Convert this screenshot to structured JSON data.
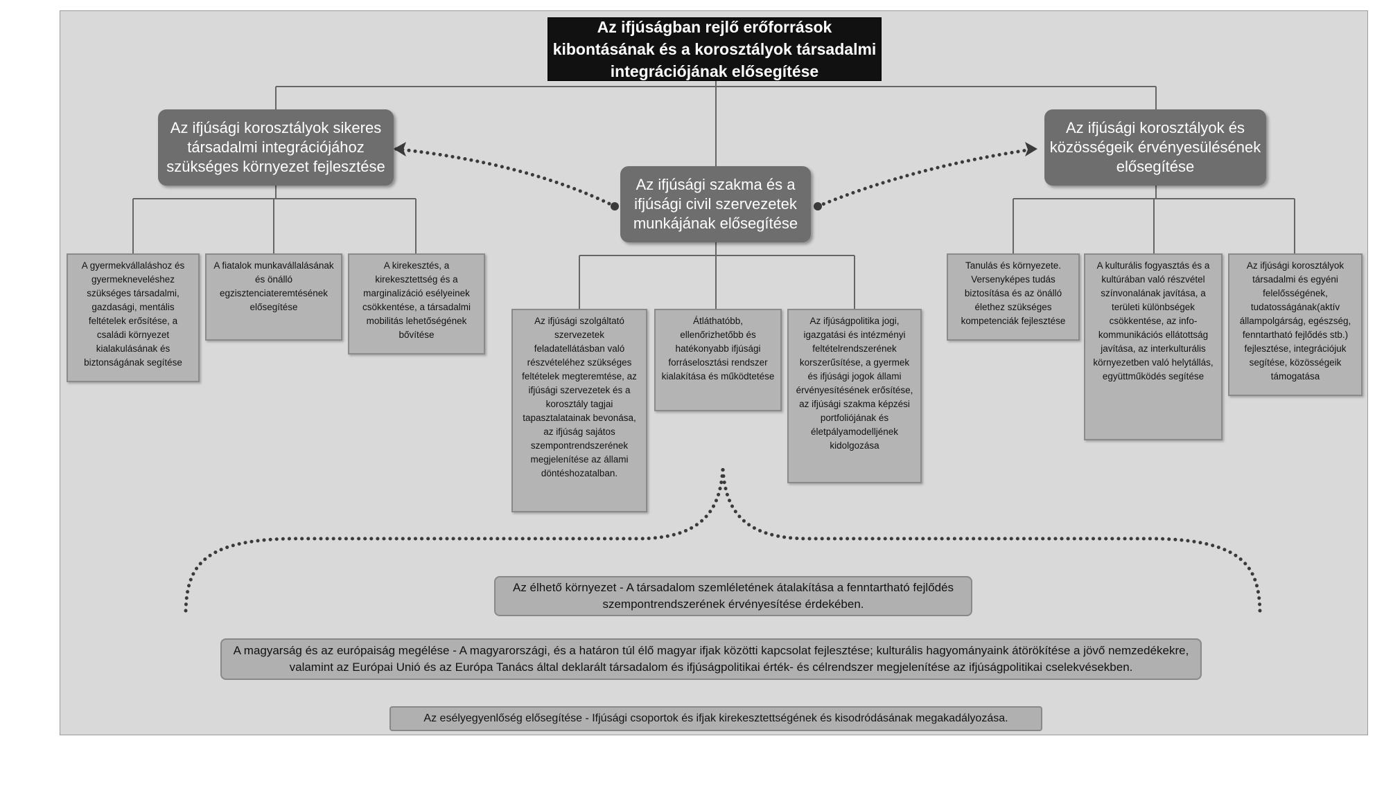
{
  "root": {
    "title": "Az ifjúságban rejlő erőforrások kibontásának és a korosztályok társadalmi integrációjának elősegítése"
  },
  "goals": [
    {
      "title": "Az ifjúsági korosztályok sikeres társadalmi integrációjához szükséges környezet fejlesztése",
      "subgoals": [
        "A gyermekvállaláshoz és gyermekneveléshez szükséges társadalmi, gazdasági, mentális feltételek erősítése, a családi környezet kialakulásának és biztonságának segítése",
        "A fiatalok munkavállalásának és önálló egzisztenciateremtésének elősegítése",
        "A kirekesztés, a kirekesztettség és a marginalizáció esélyeinek csökkentése, a társadalmi mobilitás lehetőségének bővítése"
      ]
    },
    {
      "title": "Az ifjúsági szakma és a ifjúsági civil szervezetek munkájának elősegítése",
      "subgoals": [
        "Az ifjúsági szolgáltató szervezetek feladatellátásban való részvételéhez szükséges feltételek megteremtése, az ifjúsági szervezetek és a korosztály tagjai tapasztalatainak bevonása, az ifjúság sajátos szempontrendszerének megjelenítése az állami döntéshozatalban.",
        "Átláthatóbb, ellenőrizhetőbb és hatékonyabb ifjúsági forráselosztási rendszer kialakítása és működtetése",
        "Az ifjúságpolitika jogi, igazgatási és intézményi feltételrendszerének korszerűsítése, a gyermek és ifjúsági jogok állami érvényesítésének erősítése, az ifjúsági szakma képzési portfoliójának és életpályamodelljének kidolgozása"
      ]
    },
    {
      "title": "Az ifjúsági korosztályok és közösségeik érvényesülésének elősegítése",
      "subgoals": [
        "Tanulás és környezete. Versenyképes tudás biztosítása és az önálló élethez szükséges kompetenciák fejlesztése",
        "A kulturális fogyasztás és a kultúrában való részvétel színvonalának javítása, a területi különbségek csökkentése, az info-kommunikációs ellátottság javítása, az interkulturális környezetben való helytállás, együttműködés segítése",
        "Az ifjúsági korosztályok társadalmi és egyéni felelősségének, tudatosságának(aktív állampolgárság, egészség, fenntartható fejlődés stb.) fejlesztése, integrációjuk segítése, közösségeik támogatása"
      ]
    }
  ],
  "horizontal_principles": [
    "Az élhető környezet - A társadalom szemléletének átalakítása a fenntartható fejlődés szempontrendszerének érvényesítése érdekében.",
    "A magyarság és az európaiság megélése - A magyarországi, és a határon túl élő magyar ifjak közötti kapcsolat fejlesztése; kulturális hagyományaink átörökítése a jövő nemzedékekre, valamint az Európai Unió és az Európa Tanács által deklarált társadalom és ifjúságpolitikai érték- és célrendszer megjelenítése az ifjúságpolitikai cselekvésekben.",
    "Az esélyegyenlőség elősegítése - Ifjúsági csoportok és ifjak kirekesztettségének és kisodródásának megakadályozása."
  ],
  "colors": {
    "background": "#d9d9d9",
    "root_fill": "#111111",
    "goal_fill": "#6e6e6e",
    "leaf_fill": "#b4b4b4",
    "connector": "#555555"
  }
}
